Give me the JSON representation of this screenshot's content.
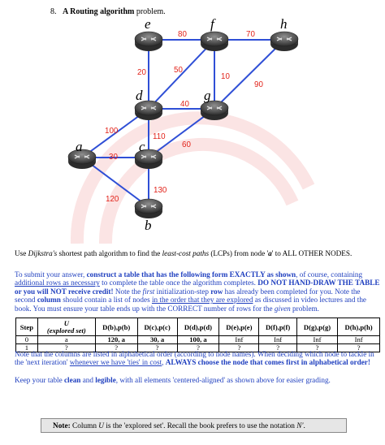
{
  "question": {
    "number": "8.",
    "title": "A Routing algorithm",
    "title_suffix": " problem."
  },
  "graph": {
    "nodes": [
      "e",
      "f",
      "h",
      "d",
      "g",
      "a",
      "c",
      "b"
    ],
    "edges": [
      {
        "from": "e",
        "to": "f",
        "weight": "80"
      },
      {
        "from": "f",
        "to": "h",
        "weight": "70"
      },
      {
        "from": "e",
        "to": "d",
        "weight": "20"
      },
      {
        "from": "f",
        "to": "d",
        "weight": "50"
      },
      {
        "from": "f",
        "to": "g",
        "weight": "10"
      },
      {
        "from": "h",
        "to": "g",
        "weight": "90"
      },
      {
        "from": "d",
        "to": "g",
        "weight": "40"
      },
      {
        "from": "d",
        "to": "a",
        "weight": "100"
      },
      {
        "from": "d",
        "to": "c",
        "weight": "110"
      },
      {
        "from": "g",
        "to": "c",
        "weight": "60"
      },
      {
        "from": "a",
        "to": "c",
        "weight": "30"
      },
      {
        "from": "a",
        "to": "b",
        "weight": "120"
      },
      {
        "from": "c",
        "to": "b",
        "weight": "130"
      }
    ]
  },
  "para1": {
    "p1": "Use ",
    "p2": "Dijkstra's",
    "p3": " shortest path algorithm to find the ",
    "p4": "least-cost paths",
    "p5": " (LCPs) from node '",
    "p6": "a",
    "p7": "' to ALL OTHER NODES."
  },
  "para2": {
    "s1": "To submit your answer, ",
    "s2": "construct a table that has the following form EXACTLY as shown",
    "s3": ", of course, containing ",
    "s4": "additional rows as necessary",
    "s5": " to complete the table once the algorithm completes.  ",
    "s6": "DO NOT HAND-DRAW THE TABLE or you will NOT receive credit!",
    "s7": "  Note the ",
    "s8": "first",
    "s9": " initialization-step ",
    "s10": "row",
    "s11": " has already been completed for you. Note the second ",
    "s12": "column",
    "s13": " should contain a list of nodes ",
    "s14": "in the order that they are explored",
    "s15": " as discussed in video lectures and the book. You must ensure your table ends up with the CORRECT number of rows for the ",
    "s16": "given",
    "s17": " problem."
  },
  "table": {
    "headers": [
      "Step",
      "U",
      "D(b),p(b)",
      "D(c),p(c)",
      "D(d),p(d)",
      "D(e),p(e)",
      "D(f),p(f)",
      "D(g),p(g)",
      "D(h),p(h)"
    ],
    "u_sub": "(explored set)",
    "rows": [
      [
        "0",
        "a",
        "120, a",
        "30, a",
        "100, a",
        "Inf",
        "Inf",
        "Inf",
        "Inf"
      ],
      [
        "1",
        "?",
        "?",
        "?",
        "?",
        "?",
        "?",
        "?",
        "?"
      ]
    ]
  },
  "para3": {
    "t1": "Note that the columns are listed in alphabetical order (according to node names).  When deciding which node to tackle in the 'next iteration' ",
    "t2": "whenever we have 'ties' in cost",
    "t3": ", ",
    "t4": "ALWAYS choose the node that comes first in alphabetical order!"
  },
  "para4": {
    "k1": "Keep your table ",
    "k2": "clean",
    "k3": " and ",
    "k4": "legible",
    "k5": ", with all elements 'centered-aligned' as shown above for easier grading."
  },
  "note": {
    "n1": "Note:",
    "n2": "  Column ",
    "n3": "U",
    "n4": " is the 'explored set'.   Recall the book prefers to use the notation ",
    "n5": "N'",
    "n6": "."
  }
}
